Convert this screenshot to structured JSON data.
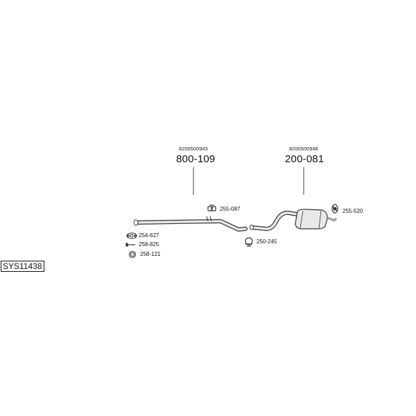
{
  "system_code": "SYS11438",
  "main_parts": [
    {
      "oem": "8200500943",
      "number": "800-109"
    },
    {
      "oem": "8200500948",
      "number": "200-081"
    }
  ],
  "accessories": [
    {
      "number": "255-087",
      "icon": "hanger-icon"
    },
    {
      "number": "255-520",
      "icon": "rubber-mount-icon"
    },
    {
      "number": "250-245",
      "icon": "pipe-clamp-icon"
    },
    {
      "number": "254-627",
      "icon": "flange-gasket-icon"
    },
    {
      "number": "258-825",
      "icon": "bolt-icon"
    },
    {
      "number": "258-121",
      "icon": "ring-gasket-icon"
    }
  ]
}
